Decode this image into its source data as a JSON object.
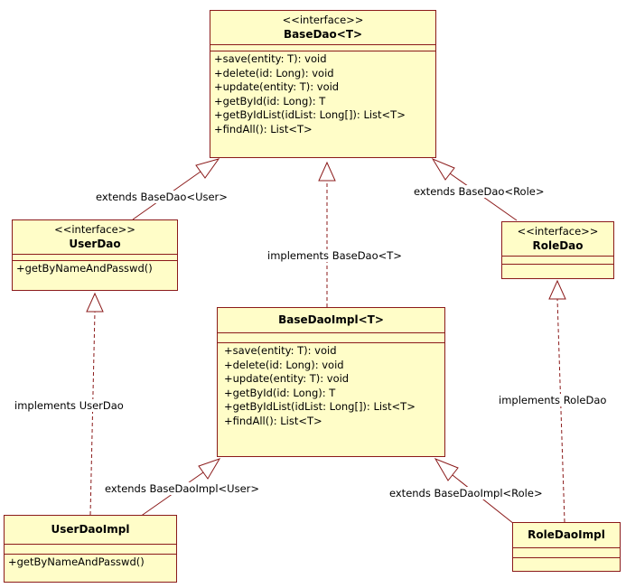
{
  "classes": {
    "basedao": {
      "stereotype": "<<interface>>",
      "name": "BaseDao<T>",
      "operations": [
        "+save(entity: T): void",
        "+delete(id: Long): void",
        "+update(entity: T): void",
        "+getById(id: Long): T",
        "+getByIdList(idList: Long[]): List<T>",
        "+findAll(): List<T>"
      ]
    },
    "userdao": {
      "stereotype": "<<interface>>",
      "name": "UserDao",
      "operations": [
        "+getByNameAndPasswd()"
      ]
    },
    "roledao": {
      "stereotype": "<<interface>>",
      "name": "RoleDao",
      "operations": []
    },
    "basedaoimpl": {
      "name": "BaseDaoImpl<T>",
      "operations": [
        "+save(entity: T): void",
        "+delete(id: Long): void",
        "+update(entity: T): void",
        "+getById(id: Long): T",
        "+getByIdList(idList: Long[]): List<T>",
        "+findAll(): List<T>"
      ]
    },
    "userdaoimpl": {
      "name": "UserDaoImpl",
      "operations": [
        "+getByNameAndPasswd()"
      ]
    },
    "roledaoimpl": {
      "name": "RoleDaoImpl",
      "operations": []
    }
  },
  "relations": {
    "userdao_extends": "extends BaseDao<User>",
    "roledao_extends": "extends BaseDao<Role>",
    "impl_implements": "implements BaseDao<T>",
    "userimpl_implements": "implements UserDao",
    "roleimpl_implements": "implements RoleDao",
    "userimpl_extends": "extends BaseDaoImpl<User>",
    "roleimpl_extends": "extends BaseDaoImpl<Role>"
  },
  "colors": {
    "class_fill": "#fffdc8",
    "line": "#8b1a1a"
  }
}
